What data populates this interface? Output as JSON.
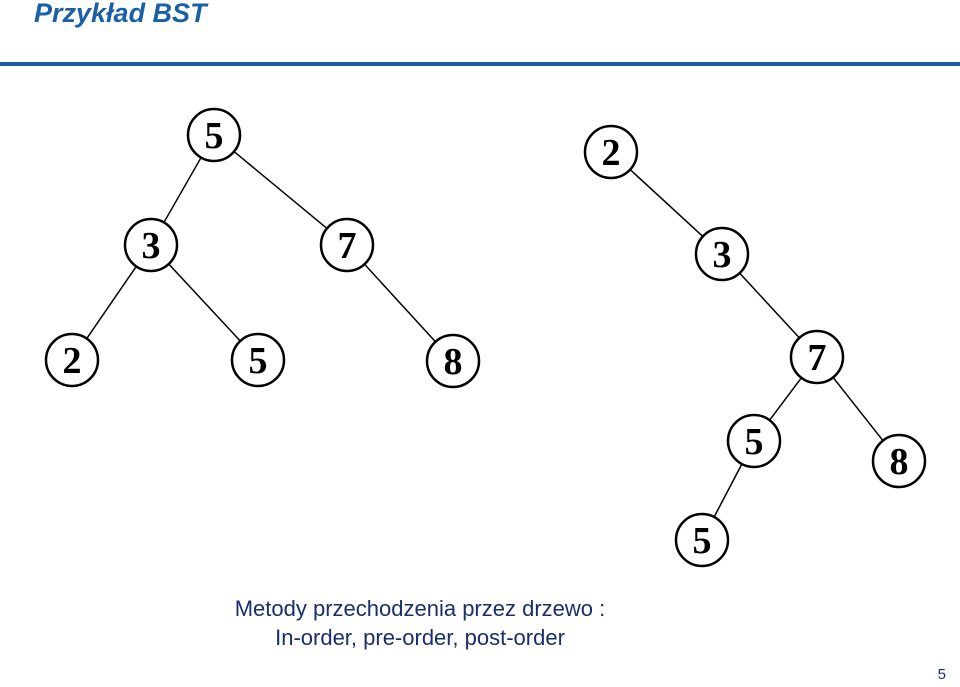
{
  "slide": {
    "title": "Przykład BST",
    "caption_line1": "Metody przechodzenia przez drzewo :",
    "caption_line2": "In-order, pre-order, post-order",
    "page_number": "5"
  },
  "colors": {
    "title": "#1b5fa8",
    "rule": "#1b5fa8",
    "caption": "#1a2e6e"
  },
  "trees": [
    {
      "name": "balanced-bst",
      "nodes": [
        {
          "id": "a5",
          "label": "5"
        },
        {
          "id": "a3",
          "label": "3"
        },
        {
          "id": "a7",
          "label": "7"
        },
        {
          "id": "a2",
          "label": "2"
        },
        {
          "id": "a5b",
          "label": "5"
        },
        {
          "id": "a8",
          "label": "8"
        }
      ],
      "edges": [
        [
          "a5",
          "a3"
        ],
        [
          "a5",
          "a7"
        ],
        [
          "a3",
          "a2"
        ],
        [
          "a3",
          "a5b"
        ],
        [
          "a7",
          "a8"
        ]
      ]
    },
    {
      "name": "skewed-bst",
      "nodes": [
        {
          "id": "b2",
          "label": "2"
        },
        {
          "id": "b3",
          "label": "3"
        },
        {
          "id": "b7",
          "label": "7"
        },
        {
          "id": "b5",
          "label": "5"
        },
        {
          "id": "b8",
          "label": "8"
        },
        {
          "id": "b5b",
          "label": "5"
        }
      ],
      "edges": [
        [
          "b2",
          "b3"
        ],
        [
          "b3",
          "b7"
        ],
        [
          "b7",
          "b5"
        ],
        [
          "b7",
          "b8"
        ],
        [
          "b5",
          "b5b"
        ]
      ]
    }
  ]
}
